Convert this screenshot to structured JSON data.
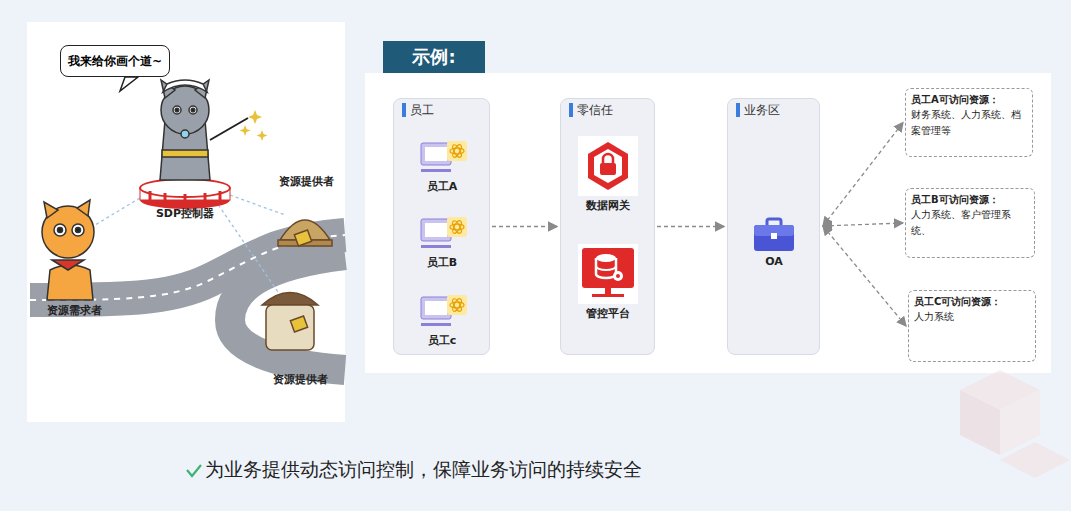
{
  "diagram": {
    "title": "示例:",
    "caption": "为业务提供动态访问控制，保障业务访问的持续安全",
    "nodes": [
      {
        "text": [
          "我来给你画个道~"
        ]
      },
      {
        "text": [
          "员工"
        ]
      },
      {
        "text": [
          "员工A"
        ],
        "in": 1
      },
      {
        "text": [
          "员工B"
        ],
        "in": 1
      },
      {
        "text": [
          "员工c"
        ],
        "in": 1
      },
      {
        "text": [
          "零信任"
        ]
      },
      {
        "text": [
          "数据网关"
        ],
        "in": 5
      },
      {
        "text": [
          "管控平台"
        ],
        "in": 5
      },
      {
        "text": [
          "业务区"
        ]
      },
      {
        "text": [
          "OA"
        ],
        "in": 8
      },
      {
        "text": [
          "员工A可访问资源：",
          "财务系统、人力系统、档案管理等"
        ]
      },
      {
        "text": [
          "员工B可访问资源：",
          "人力系统、客户管理系统、"
        ]
      },
      {
        "text": [
          "员工C可访问资源：",
          "人力系统"
        ]
      }
    ],
    "edges": [
      {
        "from": 1,
        "to": 5,
        "arrow": "to"
      },
      {
        "from": 7,
        "to": 6,
        "arrow": "to"
      },
      {
        "from": 5,
        "to": 8,
        "arrow": "to"
      },
      {
        "from": 8,
        "to": 10,
        "arrow": "both"
      },
      {
        "from": 8,
        "to": 11,
        "arrow": "both"
      },
      {
        "from": 8,
        "to": 12,
        "arrow": "both"
      }
    ],
    "labels": [
      "SDP控制器",
      "资源提供者",
      "资源需求者",
      "资源提供者"
    ]
  }
}
